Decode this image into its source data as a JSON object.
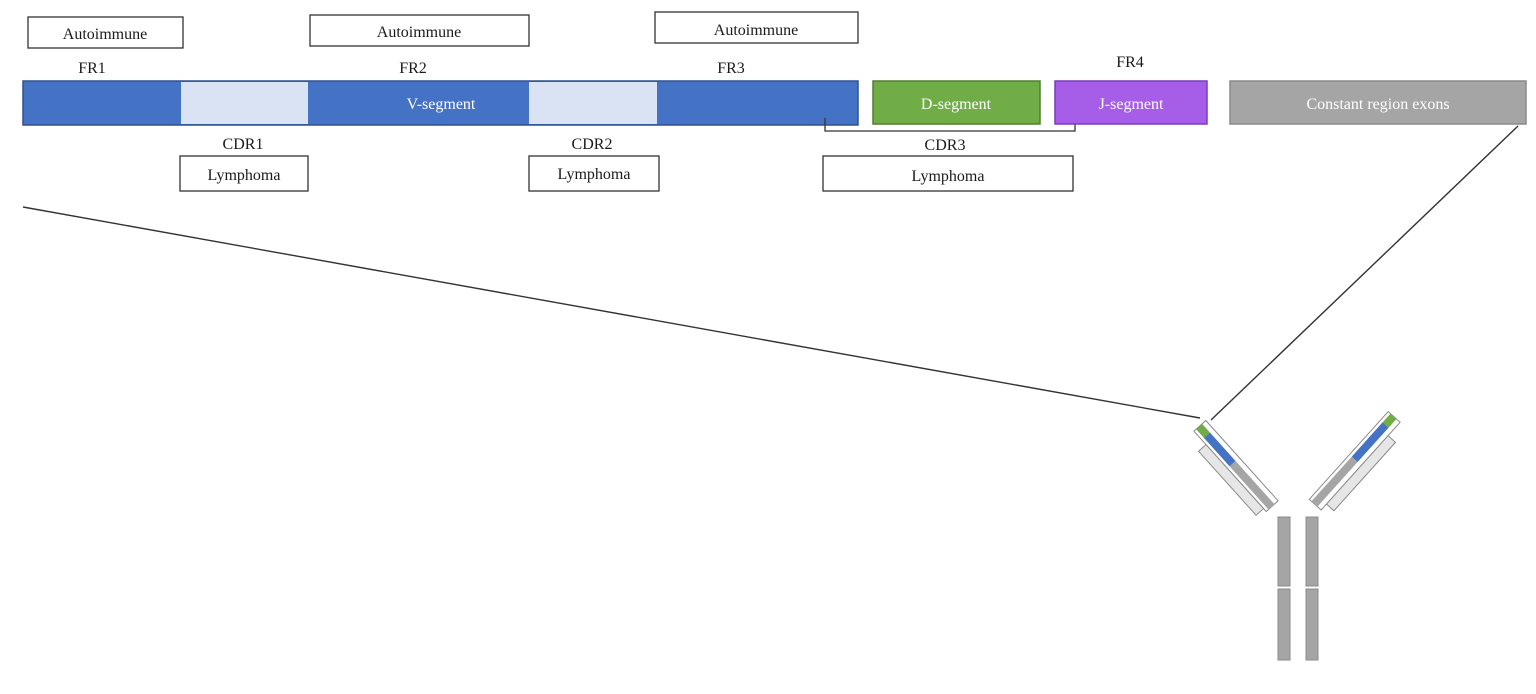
{
  "labels": {
    "fr1": "FR1",
    "fr2": "FR2",
    "fr3": "FR3",
    "fr4": "FR4",
    "cdr1": "CDR1",
    "cdr2": "CDR2",
    "cdr3": "CDR3"
  },
  "autoimmune_boxes": [
    "Autoimmune",
    "Autoimmune",
    "Autoimmune"
  ],
  "lymphoma_boxes": [
    "Lymphoma",
    "Lymphoma",
    "Lymphoma"
  ],
  "segments": {
    "v": "V-segment",
    "d": "D-segment",
    "j": "J-segment",
    "constant": "Constant region exons"
  },
  "colors": {
    "v_segment": "#4472c4",
    "cdr_region": "#dae3f3",
    "d_segment": "#70ad47",
    "j_segment": "#a65de8",
    "constant": "#a5a5a5",
    "light_chain": "#e6e6e6"
  }
}
